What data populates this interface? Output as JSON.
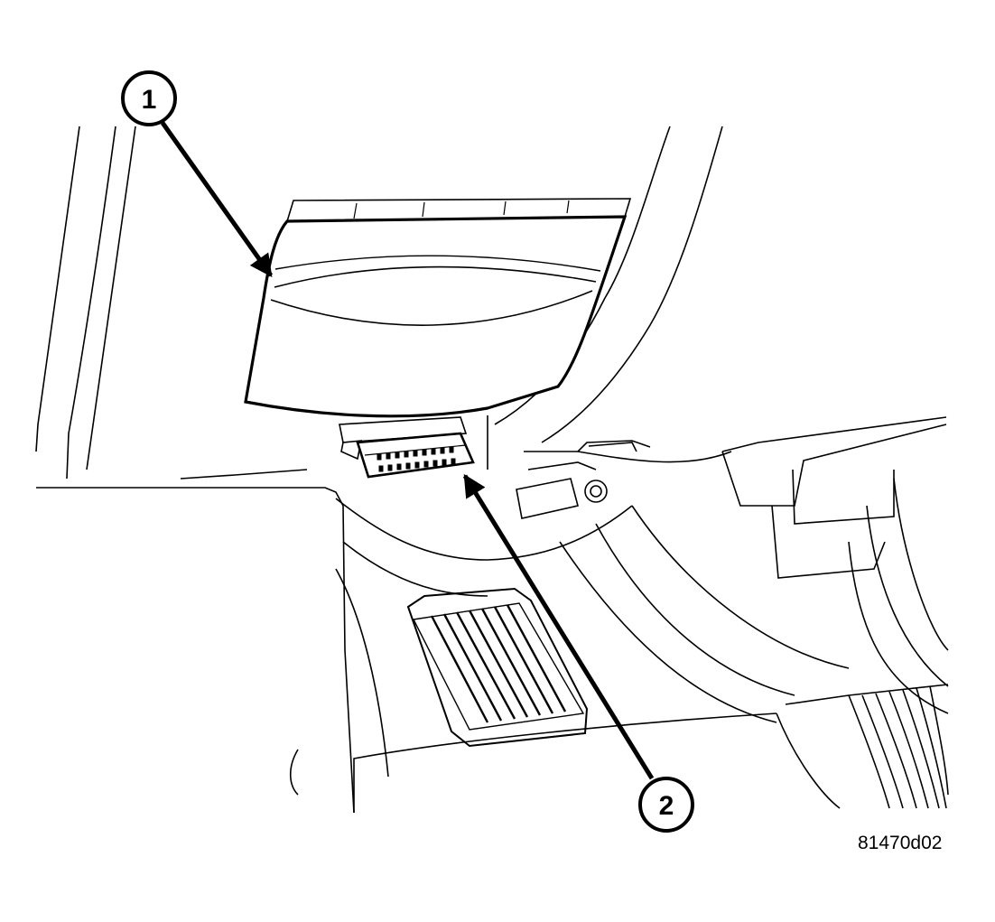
{
  "figure": {
    "id": "81470d02",
    "line_color": "#000000",
    "background_color": "#ffffff"
  },
  "callouts": [
    {
      "number": "1",
      "target": "cover"
    },
    {
      "number": "2",
      "target": "connector"
    }
  ]
}
